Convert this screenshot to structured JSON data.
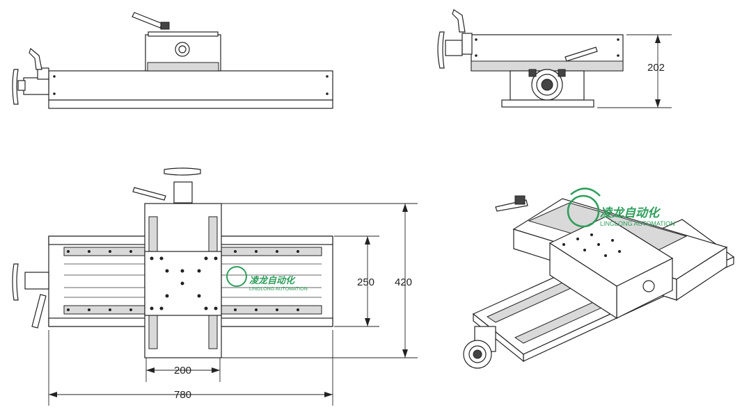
{
  "dimensions": {
    "height_side": "202",
    "width_carriage": "250",
    "width_overall": "420",
    "top_plate": "200",
    "length_overall": "780"
  },
  "watermark": {
    "brand_cn": "凌龙自动化",
    "brand_en": "LINGLONG AUTOMATION"
  },
  "colors": {
    "line": "#222222",
    "watermark": "#2e9e5b"
  }
}
